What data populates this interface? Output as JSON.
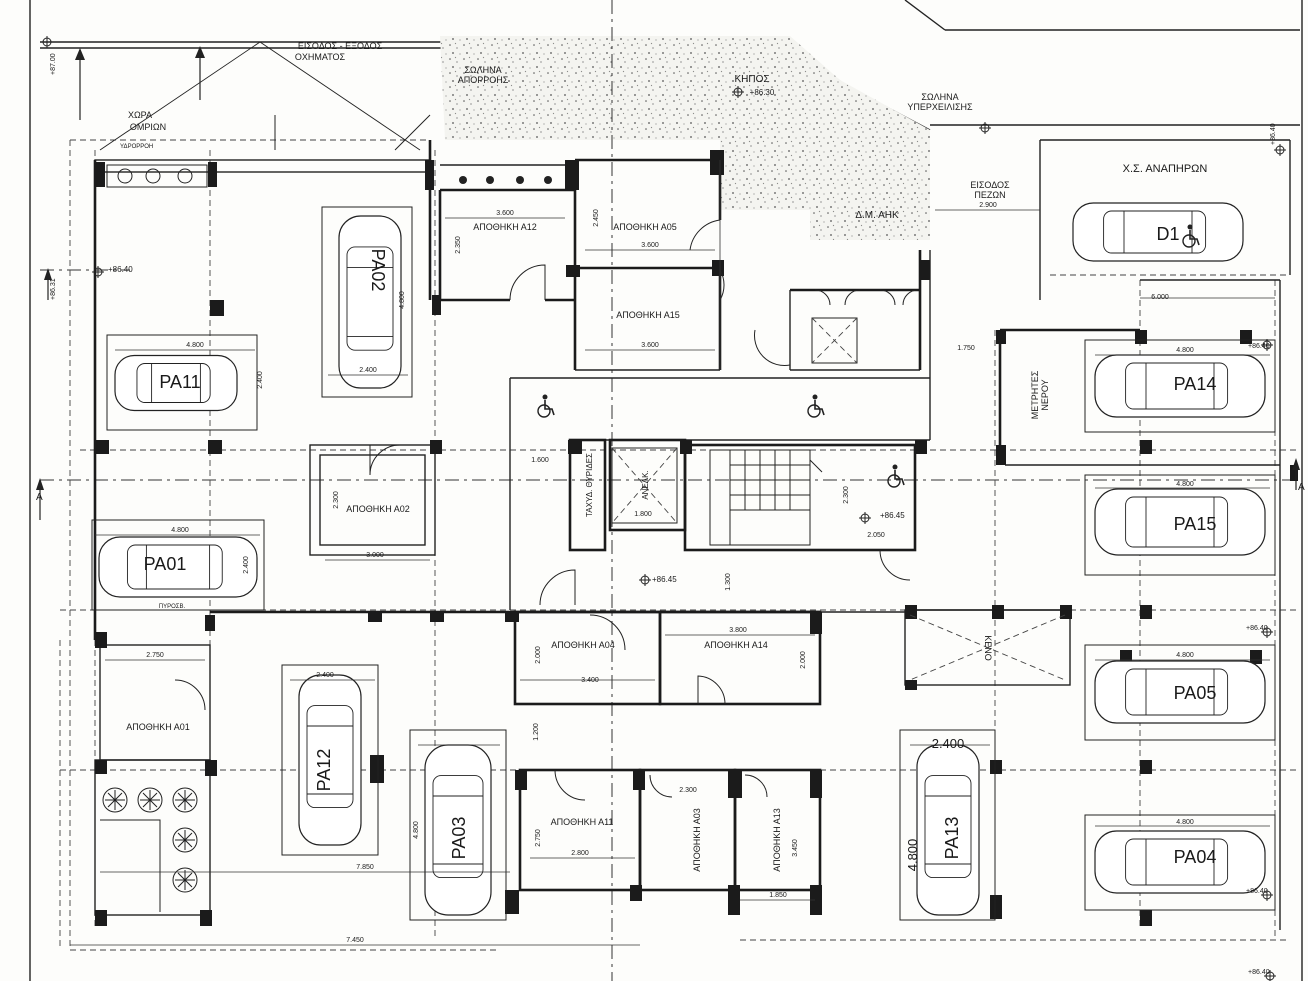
{
  "parkings": [
    {
      "id": "PA02",
      "label": "PA02",
      "vertical": true
    },
    {
      "id": "PA11",
      "label": "PA11",
      "vertical": false
    },
    {
      "id": "PA01",
      "label": "PA01",
      "vertical": false
    },
    {
      "id": "PA12",
      "label": "PA12",
      "vertical": true
    },
    {
      "id": "PA03",
      "label": "PA03",
      "vertical": true
    },
    {
      "id": "PA13",
      "label": "PA13",
      "vertical": true
    },
    {
      "id": "PA14",
      "label": "PA14",
      "vertical": false
    },
    {
      "id": "PA15",
      "label": "PA15",
      "vertical": false
    },
    {
      "id": "PA05",
      "label": "PA05",
      "vertical": false
    },
    {
      "id": "PA04",
      "label": "PA04",
      "vertical": false
    },
    {
      "id": "D1",
      "label": "D1",
      "vertical": false
    }
  ],
  "storage_rooms": [
    {
      "id": "A12",
      "label": "ΑΠΟΘΗΚΗ Α12"
    },
    {
      "id": "A05",
      "label": "ΑΠΟΘΗΚΗ Α05"
    },
    {
      "id": "A15",
      "label": "ΑΠΟΘΗΚΗ Α15"
    },
    {
      "id": "A02",
      "label": "ΑΠΟΘΗΚΗ Α02"
    },
    {
      "id": "A04",
      "label": "ΑΠΟΘΗΚΗ Α04"
    },
    {
      "id": "A14",
      "label": "ΑΠΟΘΗΚΗ Α14"
    },
    {
      "id": "A01",
      "label": "ΑΠΟΘΗΚΗ Α01"
    },
    {
      "id": "A11",
      "label": "ΑΠΟΘΗΚΗ Α11"
    },
    {
      "id": "A03",
      "label": "ΑΠΟΘΗΚΗ Α03"
    },
    {
      "id": "A13",
      "label": "ΑΠΟΘΗΚΗ Α13"
    }
  ],
  "labels": {
    "vehicle_entry": "ΕΙΣΟΔΟΣ - ΕΞΟΔΟΣ",
    "vehicle_entry2": "ΟΧΗΜΑΤΟΣ",
    "drain_pipe": "ΣΩΛΗΝΑ",
    "drain_pipe2": "ΑΠΟΡΡΟΗΣ",
    "garden": "ΚΗΠΟΣ",
    "garden_level": "+86.30",
    "overflow_pipe": "ΣΩΛΗΝΑ",
    "overflow_pipe2": "ΥΠΕΡΧΕΙΛΙΣΗΣ",
    "bins_area": "ΧΩΡΑ",
    "bins_area2": "ΟΜΡΙΩΝ",
    "pedestrian_entry": "ΕΙΣΟΔΟΣ",
    "pedestrian_entry2": "ΠΕΖΩΝ",
    "disabled_parking": "Χ.Σ. ΑΝΑΠΗΡΩΝ",
    "utility": "Δ.Μ. ΑΗΚ",
    "water_meters": "ΜΕΤΡΗΤΕΣ",
    "water_meters2": "ΝΕΡΟΥ",
    "mailboxes": "ΤΑΧΥΔ. ΘΥΡΙΔΕΣ",
    "elevator": "ΑΝΕΛΚ.",
    "void": "ΚΕΝΟ",
    "fire_ext": "ΠΥΡΟΣΒ.",
    "drain": "ΥΔΡΟΡΡΟΗ",
    "level_1": "+86.45",
    "level_2": "+86.45",
    "level_3": "+86.40",
    "level_4": "+86.40",
    "level_5": "+86.40",
    "level_6": "+86.40",
    "level_7": "+86.40",
    "level_8": "+86.40",
    "level_top": "+87.00",
    "level_left": "+86.31",
    "section_mark": "A"
  },
  "dimensions": {
    "d_3600a": "3.600",
    "d_3600b": "3.600",
    "d_3600c": "3.600",
    "d_2450": "2.450",
    "d_2350": "2.350",
    "d_4800a": "4.800",
    "d_2400a": "2.400",
    "d_4800b": "4.800",
    "d_2400b": "2.400",
    "d_3000": "3.000",
    "d_2300": "2.300",
    "d_4800c": "4.800",
    "d_2400c": "2.400",
    "d_2750": "2.750",
    "d_1600": "1.600",
    "d_1800": "1.800",
    "d_2300b": "2.300",
    "d_2050": "2.050",
    "d_1300": "1.300",
    "d_3800": "3.800",
    "d_2000a": "2.000",
    "d_2000b": "2.000",
    "d_3400": "3.400",
    "d_1200": "1.200",
    "d_2750b": "2.750",
    "d_2800": "2.800",
    "d_2300c": "2.300",
    "d_3450": "3.450",
    "d_1850": "1.850",
    "d_7850": "7.850",
    "d_7450": "7.450",
    "d_2400d": "2.400",
    "d_4800d": "4.800",
    "d_2400e": "2.400",
    "d_4800e": "4.800",
    "d_6000": "6.000",
    "d_1750": "1.750",
    "d_2900": "2.900",
    "d_4800f": "4.800",
    "d_4800g": "4.800",
    "d_4800h": "4.800",
    "d_4800i": "4.800"
  }
}
